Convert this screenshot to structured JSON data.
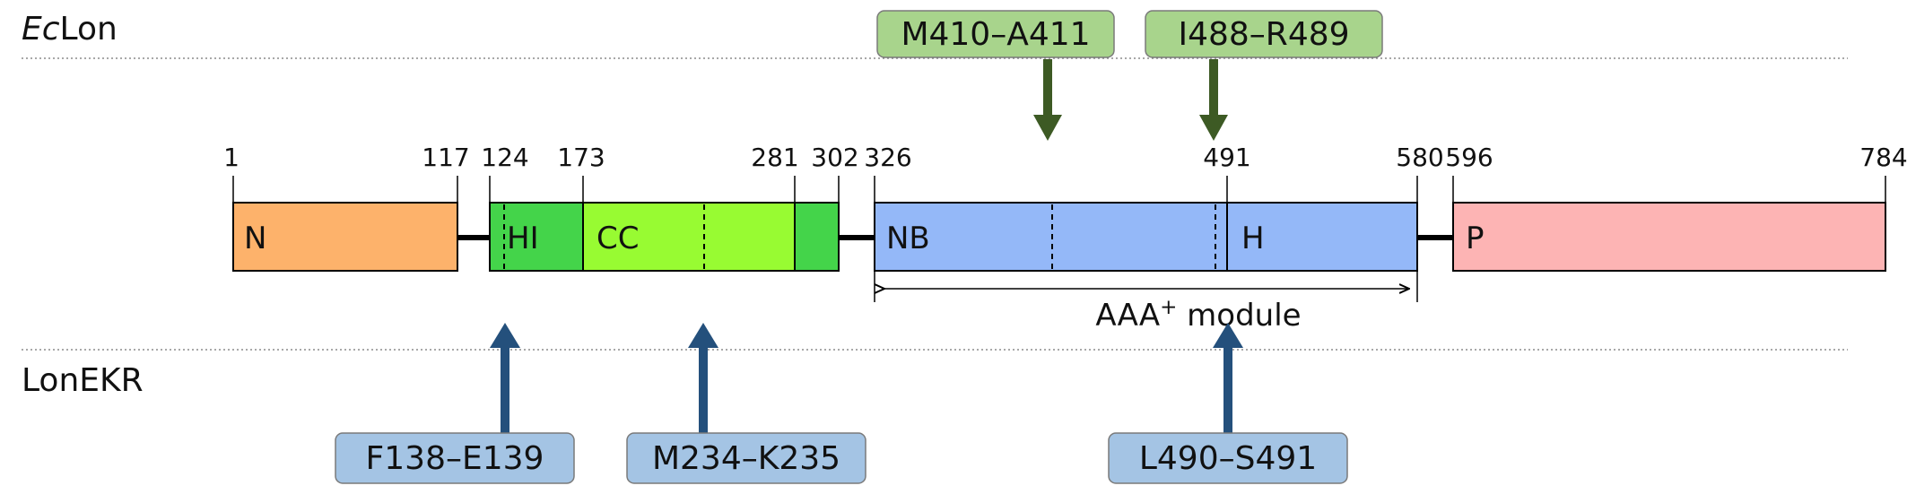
{
  "labels": {
    "top_prefix": "Ec",
    "top_suffix": "Lon",
    "bottom": "LonEKR"
  },
  "positions": [
    "1",
    "117",
    "124",
    "173",
    "281",
    "302",
    "326",
    "491",
    "580",
    "596",
    "784"
  ],
  "domains": {
    "N": "N",
    "HI": "HI",
    "CC": "CC",
    "NB": "NB",
    "H": "H",
    "P": "P"
  },
  "module": {
    "text": "AAA",
    "sup": "+",
    "suffix": " module"
  },
  "top_sites": [
    "M410–A411",
    "I488–R489"
  ],
  "bottom_sites": [
    "F138–E139",
    "M234–K235",
    "L490–S491"
  ],
  "colors": {
    "N": "#fdb26b",
    "HI": "#44d44a",
    "CC": "#98fb32",
    "NB": "#94b8f8",
    "H": "#94b8f8",
    "P": "#fdb4b4",
    "top_badge": "#a8d48c",
    "top_arrow": "#3d5a24",
    "bottom_badge": "#a4c4e4",
    "bottom_arrow": "#24507c"
  }
}
